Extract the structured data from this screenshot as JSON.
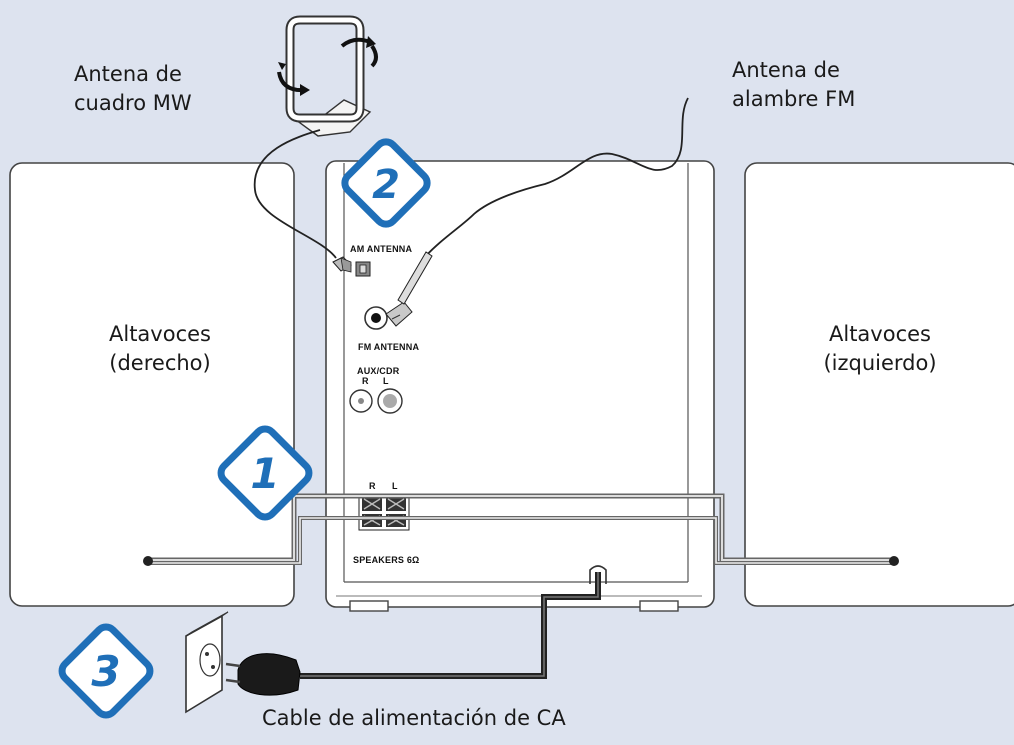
{
  "labels": {
    "mw_antenna_line1": "Antena de",
    "mw_antenna_line2": "cuadro MW",
    "fm_antenna_line1": "Antena de",
    "fm_antenna_line2": "alambre FM",
    "speaker_right_line1": "Altavoces",
    "speaker_right_line2": "(derecho)",
    "speaker_left_line1": "Altavoces",
    "speaker_left_line2": "(izquierdo)",
    "ac_cable": "Cable de alimentación de CA"
  },
  "panel": {
    "am_antenna": "AM ANTENNA",
    "fm_antenna": "FM ANTENNA",
    "aux_cdr": "AUX/CDR",
    "aux_r": "R",
    "aux_l": "L",
    "spk_r": "R",
    "spk_l": "L",
    "speakers": "SPEAKERS 6Ω"
  },
  "steps": [
    "1",
    "2",
    "3"
  ],
  "colors": {
    "background": "#dde3ef",
    "badge_blue": "#1f6fb8",
    "outline": "#333333"
  }
}
